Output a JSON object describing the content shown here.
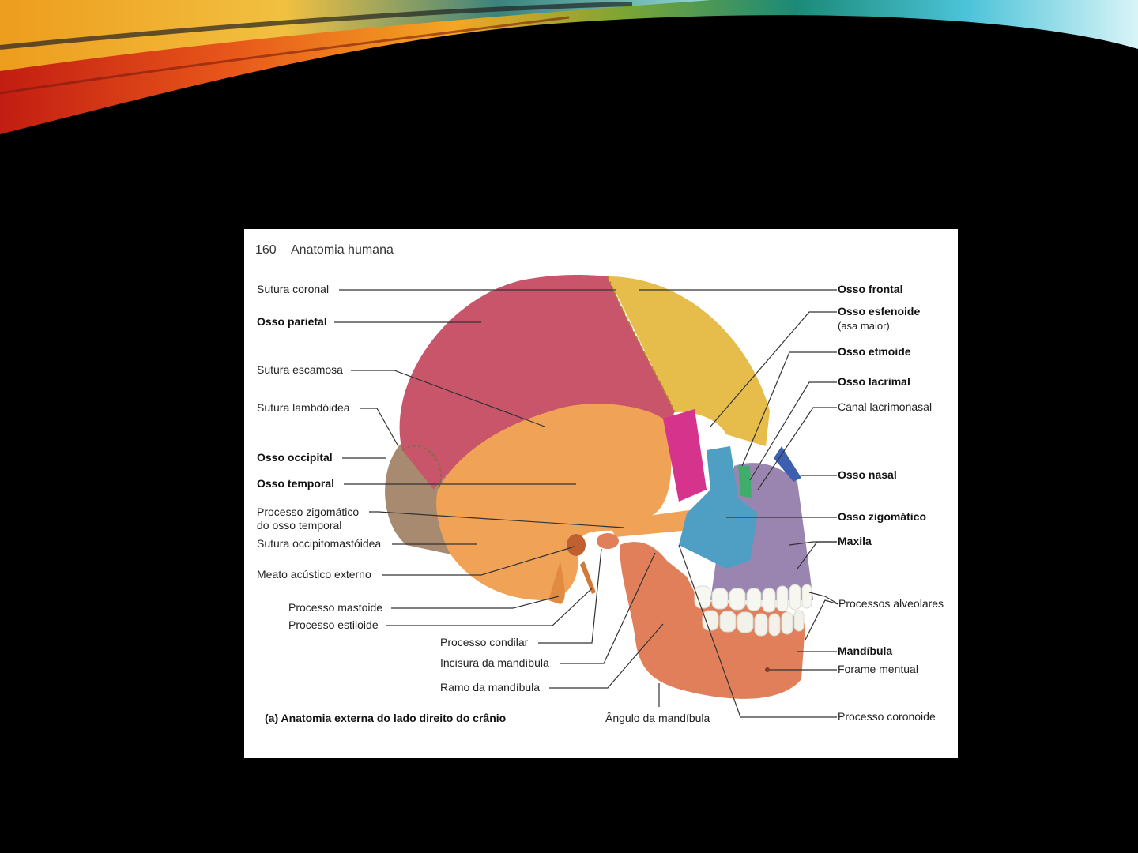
{
  "figure": {
    "page_number": "160",
    "book_title": "Anatomia humana",
    "caption": "(a) Anatomia externa do lado direito do crânio"
  },
  "labels_left": {
    "sutura_coronal": "Sutura coronal",
    "osso_parietal": "Osso parietal",
    "sutura_escamosa": "Sutura escamosa",
    "sutura_lambdoidea": "Sutura lambdóidea",
    "osso_occipital": "Osso occipital",
    "osso_temporal": "Osso temporal",
    "processo_zigomatico_1": "Processo zigomático",
    "processo_zigomatico_2": "do osso temporal",
    "sutura_occipitomastoidea": "Sutura occipitomastóidea",
    "meato_acustico": "Meato acústico externo",
    "processo_mastoide": "Processo mastoide",
    "processo_estiloide": "Processo estiloide"
  },
  "labels_bottom": {
    "processo_condilar": "Processo condilar",
    "incisura_mandibula": "Incisura da mandíbula",
    "ramo_mandibula": "Ramo da mandíbula",
    "angulo_mandibula": "Ângulo da mandíbula"
  },
  "labels_right": {
    "osso_frontal": "Osso frontal",
    "osso_esfenoide": "Osso esfenoide",
    "asa_maior": "(asa maior)",
    "osso_etmoide": "Osso etmoide",
    "osso_lacrimal": "Osso lacrimal",
    "canal_lacrimonasal": "Canal lacrimonasal",
    "osso_nasal": "Osso nasal",
    "osso_zigomatico": "Osso zigomático",
    "maxila": "Maxila",
    "processos_alveolares": "Processos alveolares",
    "mandibula": "Mandíbula",
    "forame_mentual": "Forame mentual",
    "processo_coronoide": "Processo coronoide"
  },
  "colors": {
    "parietal": "#c9556a",
    "frontal": "#e6bc4a",
    "temporal": "#f0a357",
    "occipital": "#a88a70",
    "sphenoid": "#d6338c",
    "zygomatic": "#4f9fc4",
    "maxilla": "#9a85b0",
    "mandible": "#e07f5a",
    "nasal": "#3d5fb0",
    "ethmoid": "#3fae6a"
  }
}
